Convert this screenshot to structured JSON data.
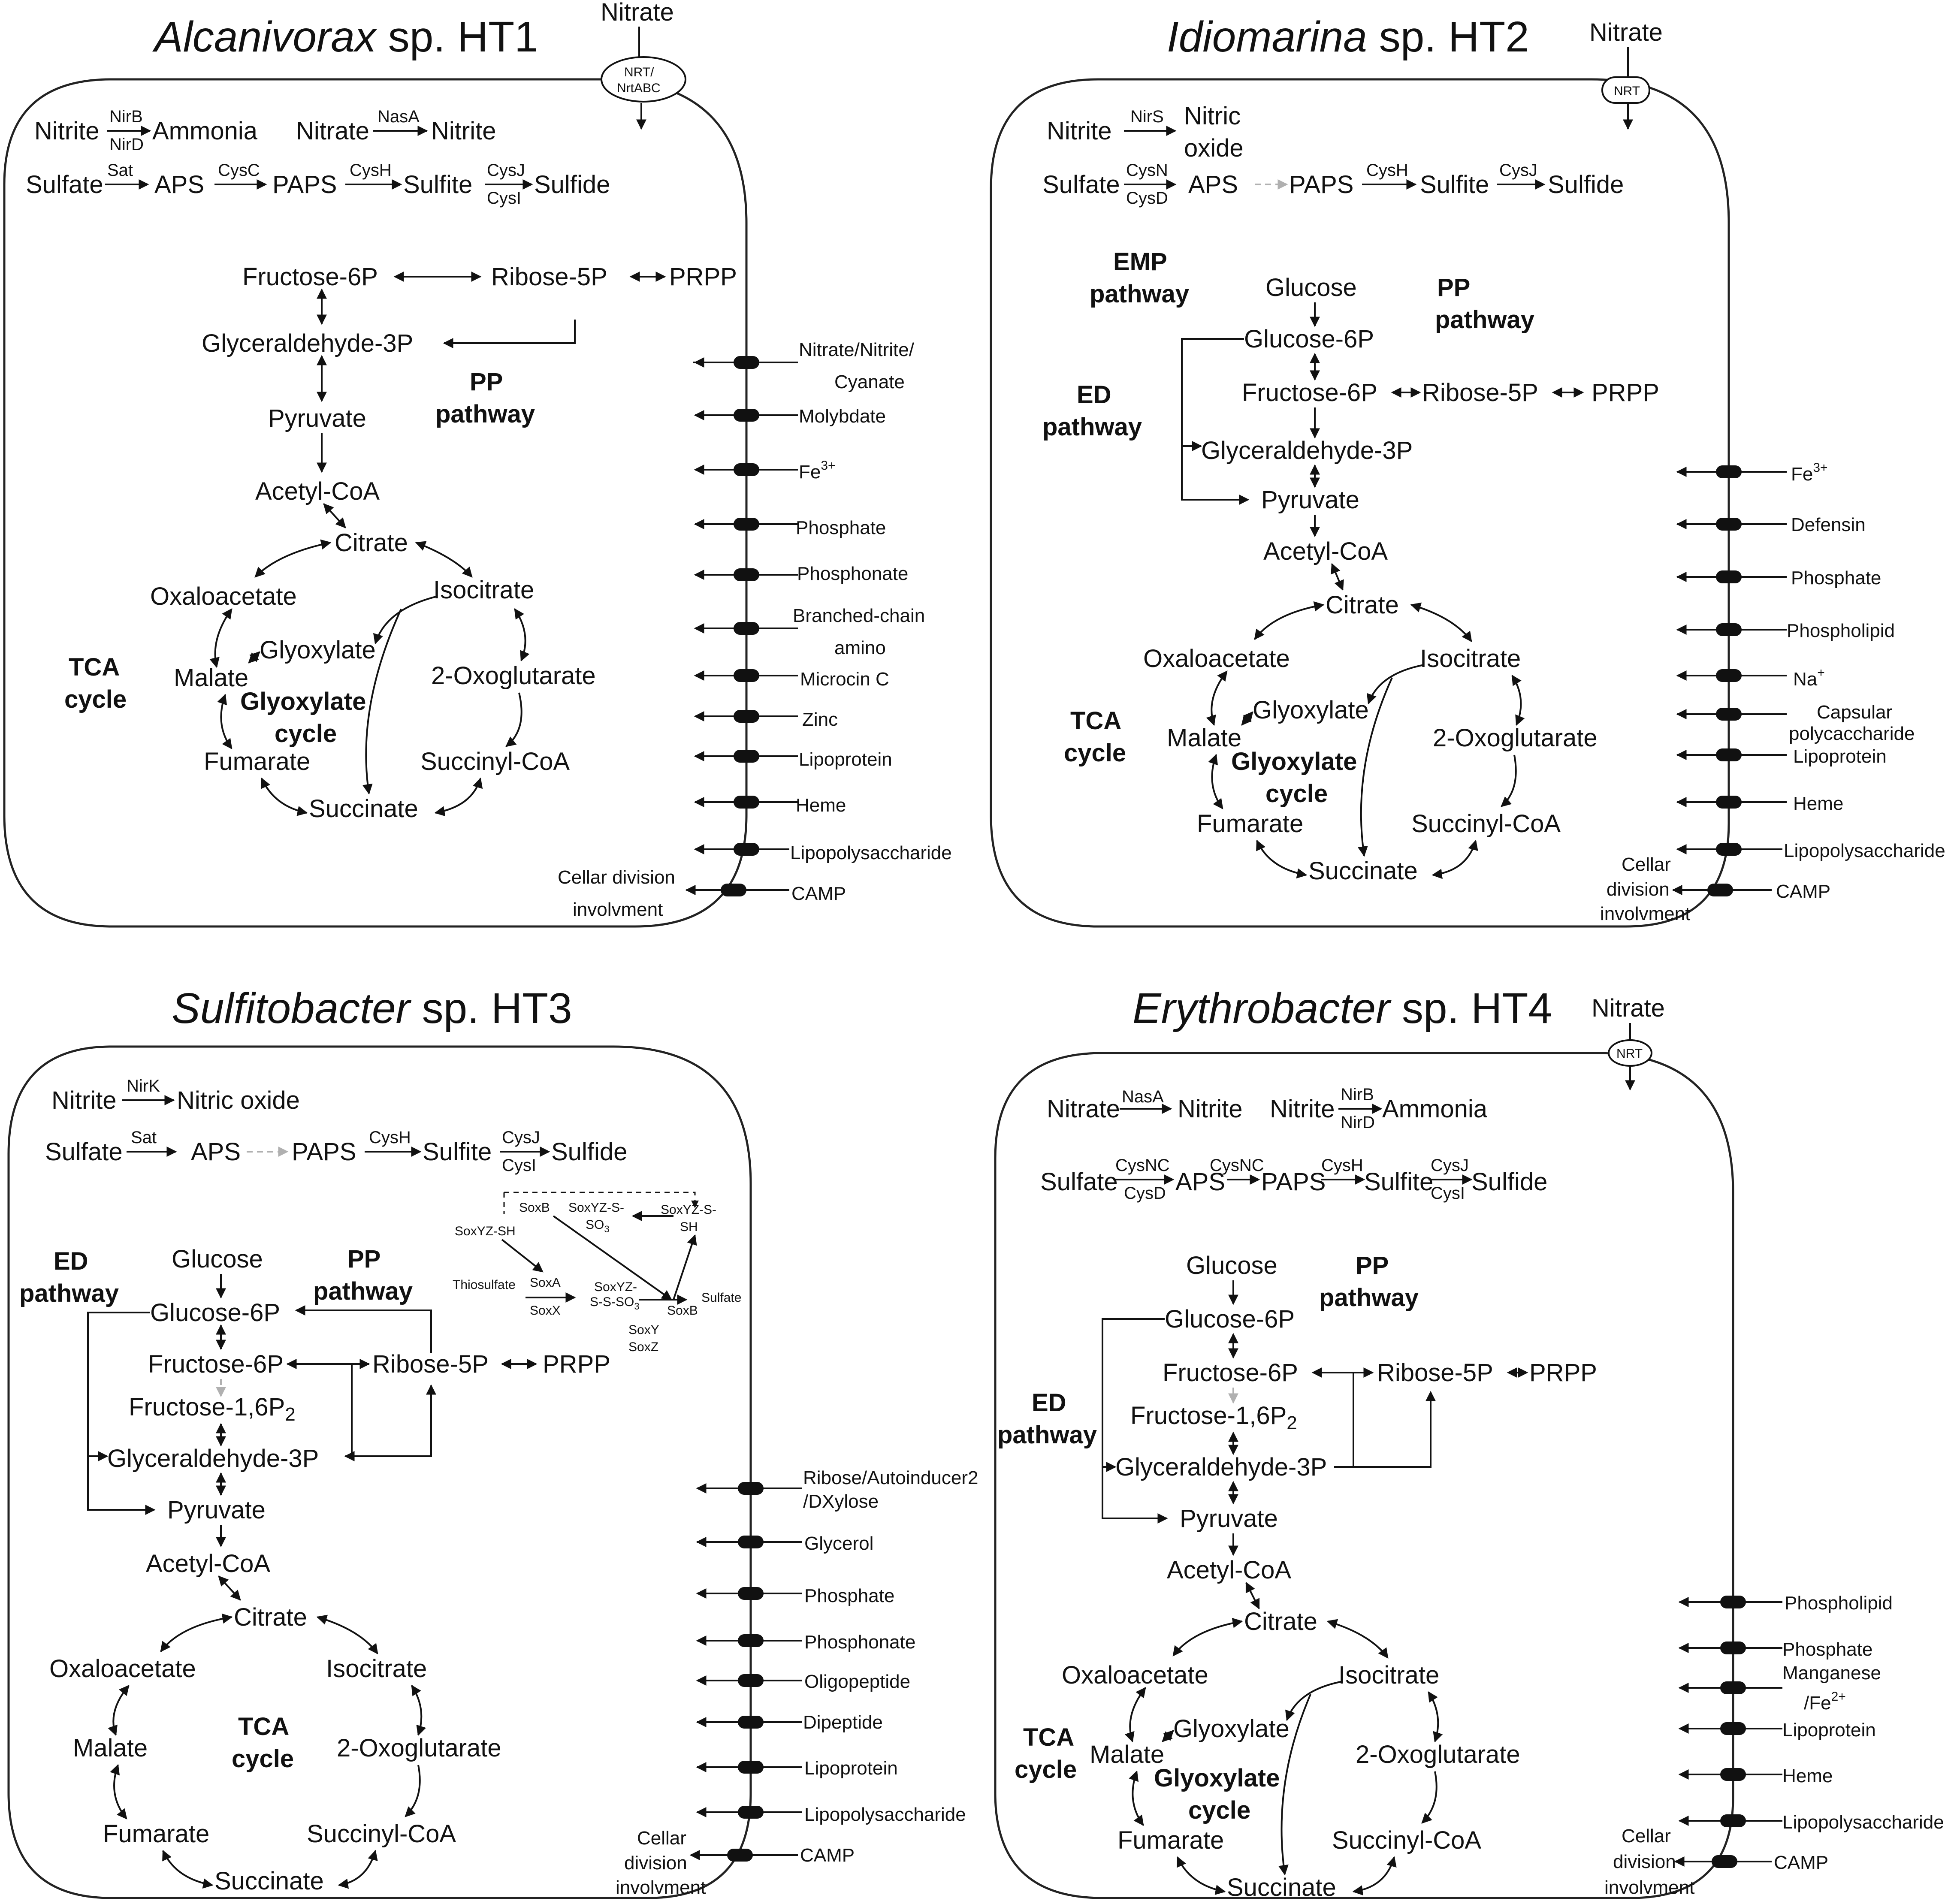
{
  "panels": [
    {
      "genus": "Alcanivorax",
      "strain": " sp. HT1",
      "nitrate_top": "Nitrate",
      "transporter_label": "NRT/",
      "transporter_label2": "NrtABC",
      "metabolites": [
        "Nitrite",
        "Ammonia",
        "Nitrate",
        "Nitrite",
        "Sulfate",
        "APS",
        "PAPS",
        "Sulfite",
        "Sulfide",
        "Fructose-6P",
        "Ribose-5P",
        "PRPP",
        "Glyceraldehyde-3P",
        "Pyruvate",
        "Acetyl-CoA",
        "Citrate",
        "Oxaloacetate",
        "Isocitrate",
        "Glyoxylate",
        "Malate",
        "2-Oxoglutarate",
        "Fumarate",
        "Succinyl-CoA",
        "Succinate"
      ],
      "enzymes": [
        "NirB",
        "NirD",
        "NasA",
        "Sat",
        "CysC",
        "CysH",
        "CysJ",
        "CysI"
      ],
      "pathways": [
        "PP",
        "pathway",
        "TCA",
        "cycle",
        "Glyoxylate",
        "cycle"
      ],
      "membrane": [
        "Nitrate/Nitrite/",
        "Cyanate",
        "Molybdate",
        "Fe",
        "3+",
        "Phosphate",
        "Phosphonate",
        "Branched-chain",
        "amino",
        "Microcin C",
        "Zinc",
        "Lipoprotein",
        "Heme",
        "Lipopolysaccharide",
        "CAMP",
        "Cellar division",
        "involvment"
      ]
    },
    {
      "genus": "Idiomarina",
      "strain": " sp. HT2",
      "nitrate_top": "Nitrate",
      "transporter_label": "NRT",
      "metabolites": [
        "Nitrite",
        "Nitric",
        "oxide",
        "Sulfate",
        "APS",
        "PAPS",
        "Sulfite",
        "Sulfide",
        "Glucose",
        "Glucose-6P",
        "Fructose-6P",
        "Ribose-5P",
        "PRPP",
        "Glyceraldehyde-3P",
        "Pyruvate",
        "Acetyl-CoA",
        "Citrate",
        "Oxaloacetate",
        "Isocitrate",
        "Glyoxylate",
        "Malate",
        "2-Oxoglutarate",
        "Fumarate",
        "Succinyl-CoA",
        "Succinate"
      ],
      "enzymes": [
        "NirS",
        "CysN",
        "CysD",
        "CysH",
        "CysJ"
      ],
      "pathways": [
        "EMP",
        "pathway",
        "PP",
        "pathway",
        "ED",
        "pathway",
        "TCA",
        "cycle",
        "Glyoxylate",
        "cycle"
      ],
      "membrane": [
        "Fe",
        "3+",
        "Defensin",
        "Phosphate",
        "Phospholipid",
        "Na",
        "+",
        "Capsular",
        "polycaccharide",
        "Lipoprotein",
        "Heme",
        "Lipopolysaccharide",
        "CAMP",
        "Cellar",
        "division",
        "involvment"
      ]
    },
    {
      "genus": "Sulfitobacter",
      "strain": " sp. HT3",
      "metabolites": [
        "Nitrite",
        "Nitric oxide",
        "Sulfate",
        "APS",
        "PAPS",
        "Sulfite",
        "Sulfide",
        "Glucose",
        "Glucose-6P",
        "Fructose-6P",
        "Ribose-5P",
        "PRPP",
        "Fructose-1,6P",
        "2",
        "Glyceraldehyde-3P",
        "Pyruvate",
        "Acetyl-CoA",
        "Citrate",
        "Oxaloacetate",
        "Isocitrate",
        "Malate",
        "2-Oxoglutarate",
        "Fumarate",
        "Succinyl-CoA",
        "Succinate"
      ],
      "enzymes": [
        "NirK",
        "Sat",
        "CysH",
        "CysJ",
        "CysI"
      ],
      "pathways": [
        "ED",
        "pathway",
        "PP",
        "pathway",
        "TCA",
        "cycle"
      ],
      "sox": [
        "SoxB",
        "SoxYZ-S-",
        "SO",
        "3",
        "SoxYZ-S-",
        "SH",
        "SoxYZ-SH",
        "Thiosulfate",
        "SoxA",
        "SoxX",
        "SoxYZ-",
        "S-S-SO",
        "3",
        "SoxB",
        "Sulfate",
        "SoxY",
        "SoxZ"
      ],
      "membrane": [
        "Ribose/Autoinducer2",
        "/DXylose",
        "Glycerol",
        "Phosphate",
        "Phosphonate",
        "Oligopeptide",
        "Dipeptide",
        "Lipoprotein",
        "Lipopolysaccharide",
        "CAMP",
        "Cellar",
        "division",
        "involvment"
      ]
    },
    {
      "genus": "Erythrobacter",
      "strain": " sp. HT4",
      "nitrate_top": "Nitrate",
      "transporter_label": "NRT",
      "metabolites": [
        "Nitrate",
        "Nitrite",
        "Nitrite",
        "Ammonia",
        "Sulfate",
        "APS",
        "PAPS",
        "Sulfite",
        "Sulfide",
        "Glucose",
        "Glucose-6P",
        "Fructose-6P",
        "Ribose-5P",
        "PRPP",
        "Fructose-1,6P",
        "2",
        "Glyceraldehyde-3P",
        "Pyruvate",
        "Acetyl-CoA",
        "Citrate",
        "Oxaloacetate",
        "Isocitrate",
        "Glyoxylate",
        "Malate",
        "2-Oxoglutarate",
        "Fumarate",
        "Succinyl-CoA",
        "Succinate"
      ],
      "enzymes": [
        "NasA",
        "NirB",
        "NirD",
        "CysNC",
        "CysD",
        "CysNC",
        "CysH",
        "CysJ",
        "CysI"
      ],
      "pathways": [
        "PP",
        "pathway",
        "ED",
        "pathway",
        "TCA",
        "cycle",
        "Glyoxylate",
        "cycle"
      ],
      "membrane": [
        "Phospholipid",
        "Phosphate",
        "Manganese",
        "/Fe",
        "2+",
        "Lipoprotein",
        "Heme",
        "Lipopolysaccharide",
        "CAMP",
        "Cellar",
        "division",
        "involvment"
      ]
    }
  ],
  "colors": {
    "stroke": "#111111",
    "dim_arrow": "#b0b0b0",
    "background": "#ffffff"
  }
}
